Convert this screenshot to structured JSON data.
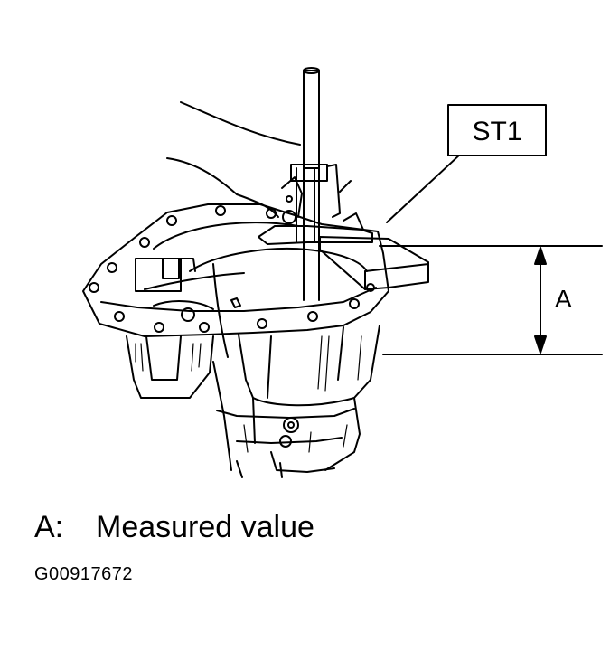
{
  "callout": {
    "tool_label": "ST1",
    "dimension_label": "A"
  },
  "legend": {
    "key": "A:",
    "text": "Measured value"
  },
  "figure_id": "G00917672",
  "colors": {
    "ink": "#000000",
    "paper": "#ffffff"
  }
}
